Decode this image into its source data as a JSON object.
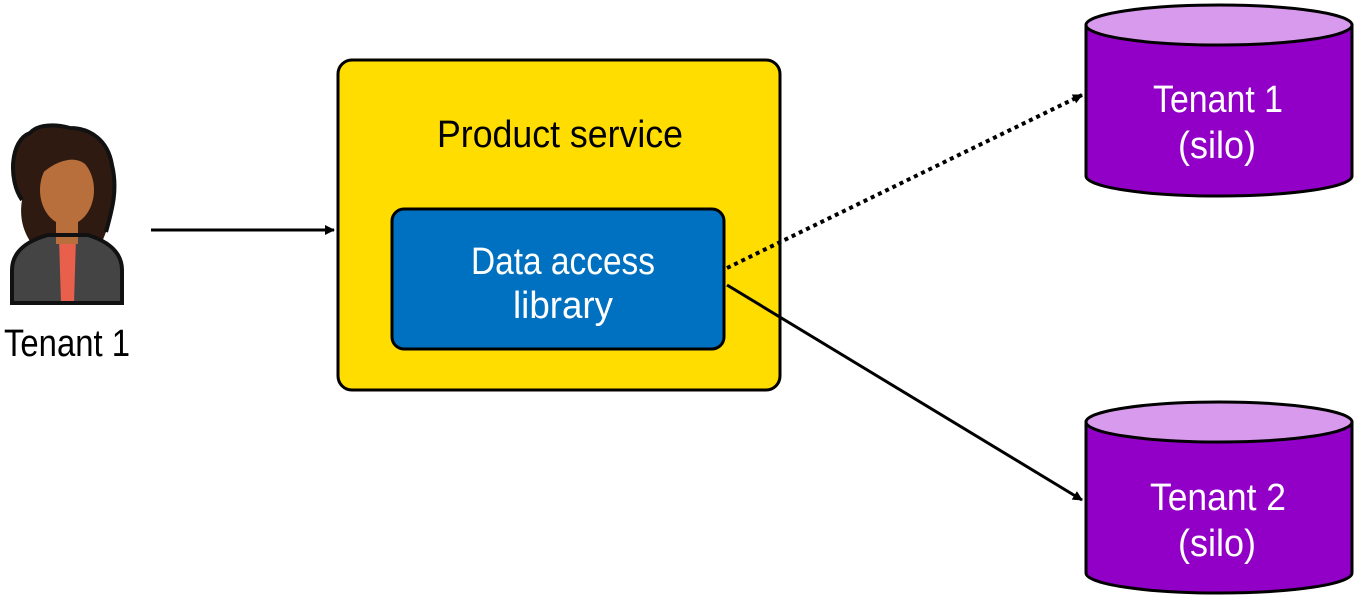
{
  "tenant": {
    "label": "Tenant 1"
  },
  "service": {
    "title": "Product service"
  },
  "library": {
    "line1": "Data access",
    "line2": "library"
  },
  "databases": [
    {
      "line1": "Tenant 1",
      "line2": "(silo)"
    },
    {
      "line1": "Tenant 2",
      "line2": "(silo)"
    }
  ],
  "colors": {
    "service_fill": "#FFDD00",
    "library_fill": "#0070C0",
    "db_body": "#9200C8",
    "db_top": "#D89AEC",
    "skin": "#B86F3C",
    "hair": "#2E1A10",
    "jacket": "#444444",
    "shirt": "#E8604C"
  },
  "connections": [
    {
      "from": "tenant",
      "to": "service",
      "style": "solid"
    },
    {
      "from": "library",
      "to": "tenant-1-db",
      "style": "dotted"
    },
    {
      "from": "library",
      "to": "tenant-2-db",
      "style": "solid"
    }
  ]
}
